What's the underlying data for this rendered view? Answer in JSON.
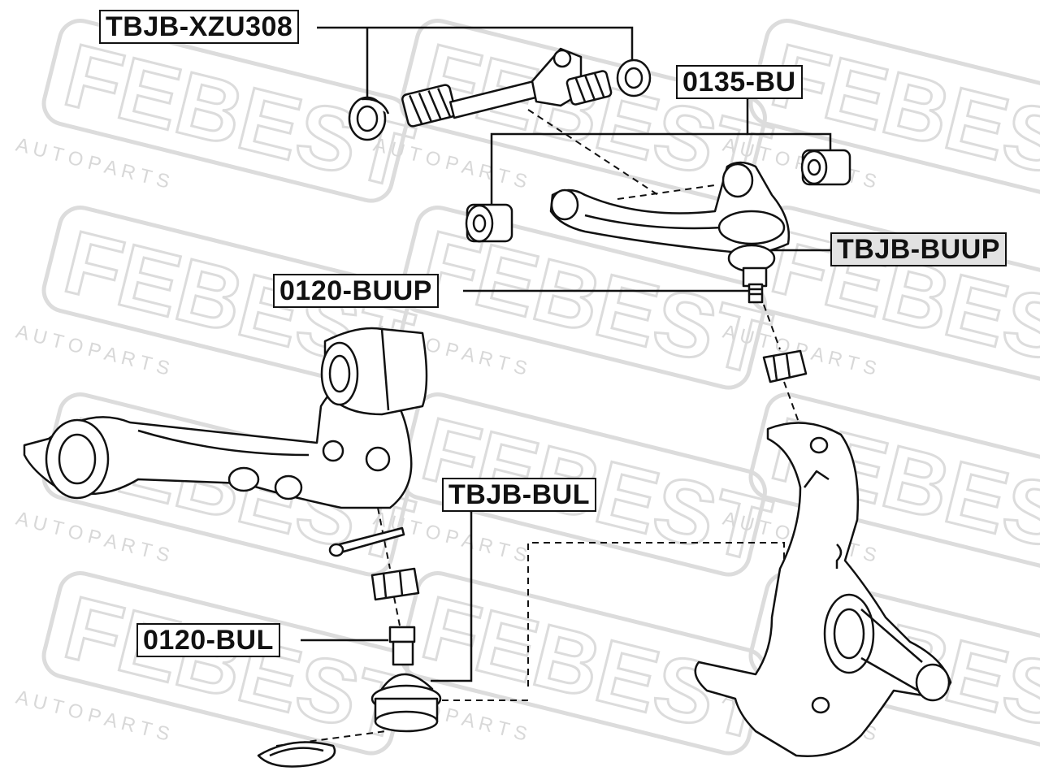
{
  "diagram": {
    "labels": [
      {
        "id": "tbjb-xzu308",
        "text": "TBJB-XZU308"
      },
      {
        "id": "0135-bu",
        "text": "0135-BU"
      },
      {
        "id": "tbjb-buup",
        "text": "TBJB-BUUP"
      },
      {
        "id": "0120-buup",
        "text": "0120-BUUP"
      },
      {
        "id": "tbjb-bul",
        "text": "TBJB-BUL"
      },
      {
        "id": "0120-bul",
        "text": "0120-BUL"
      }
    ],
    "watermark": {
      "brand": "FEBEST",
      "tagline": "A U T O   P A R T S"
    },
    "colors": {
      "line": "#111111",
      "watermark": "#dcdcdc",
      "label_bg": "#ffffff",
      "label_bg_alt": "#e2e2e2"
    }
  }
}
